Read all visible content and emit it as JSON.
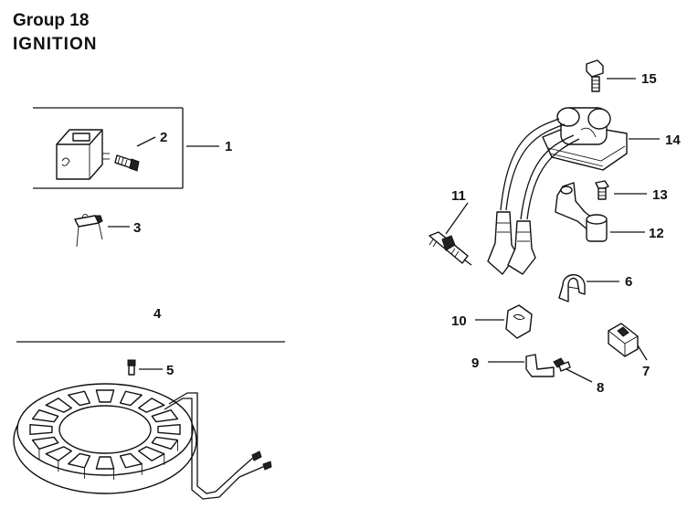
{
  "header": {
    "group": "Group 18",
    "section": "IGNITION"
  },
  "callouts": [
    "1",
    "2",
    "3",
    "4",
    "5",
    "6",
    "7",
    "8",
    "9",
    "10",
    "11",
    "12",
    "13",
    "14",
    "15"
  ]
}
